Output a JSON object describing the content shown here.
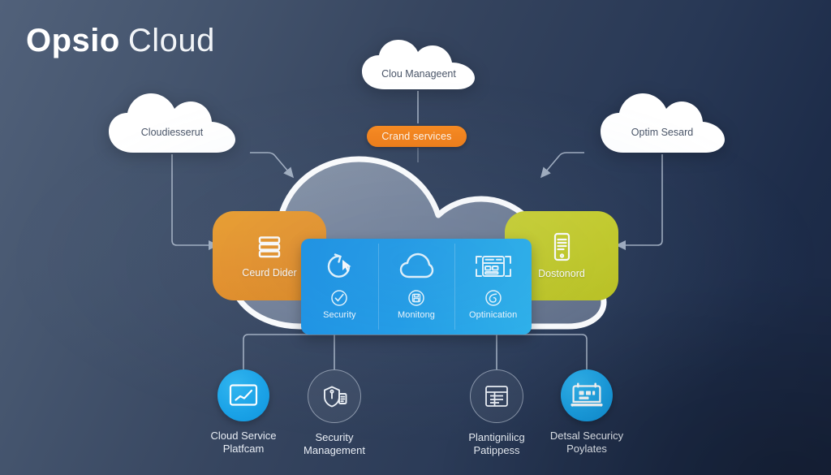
{
  "page": {
    "title_strong": "Opsio",
    "title_light": "Cloud",
    "bg_left": "#51617a",
    "bg_right": "#1a2742",
    "accent_orange": "#f07d16",
    "accent_blue": "#1f9de9",
    "accent_yellow": "#c4cb26"
  },
  "clouds": [
    {
      "id": "cloud-top",
      "label": "Clou Manageent"
    },
    {
      "id": "cloud-left",
      "label": "Cloudiesserut"
    },
    {
      "id": "cloud-right",
      "label": "Optim Sesard"
    }
  ],
  "pill": {
    "label": "Crand services",
    "color": "#f07d16"
  },
  "side_cards": [
    {
      "id": "card-left",
      "label": "Ceurd Dider",
      "icon": "server-stack-icon",
      "color": "#e8922a"
    },
    {
      "id": "card-right",
      "label": "Dostonord",
      "icon": "mobile-document-icon",
      "color": "#c4cb26"
    }
  ],
  "blue_panel": {
    "columns": [
      {
        "label": "Security",
        "big_icon": "refresh-cursor-icon",
        "small_icon": "check-circle-icon"
      },
      {
        "label": "Monitong",
        "big_icon": "cloud-outline-icon",
        "small_icon": "save-disk-circle-icon"
      },
      {
        "label": "Optinication",
        "big_icon": "dashboard-screen-icon",
        "small_icon": "spiral-circle-icon"
      }
    ]
  },
  "bottom_nodes": [
    {
      "label": "Cloud Service\nPlatfcam",
      "style": "filled",
      "icon": "chart-screen-icon"
    },
    {
      "label": "Security\nManagement",
      "style": "outline",
      "icon": "shield-document-icon"
    },
    {
      "label": "Plantignilicg\nPatippess",
      "style": "outline",
      "icon": "calendar-window-icon"
    },
    {
      "label": "Detsal Securicy\nPoylates",
      "style": "filled",
      "icon": "laptop-calendar-icon"
    }
  ]
}
